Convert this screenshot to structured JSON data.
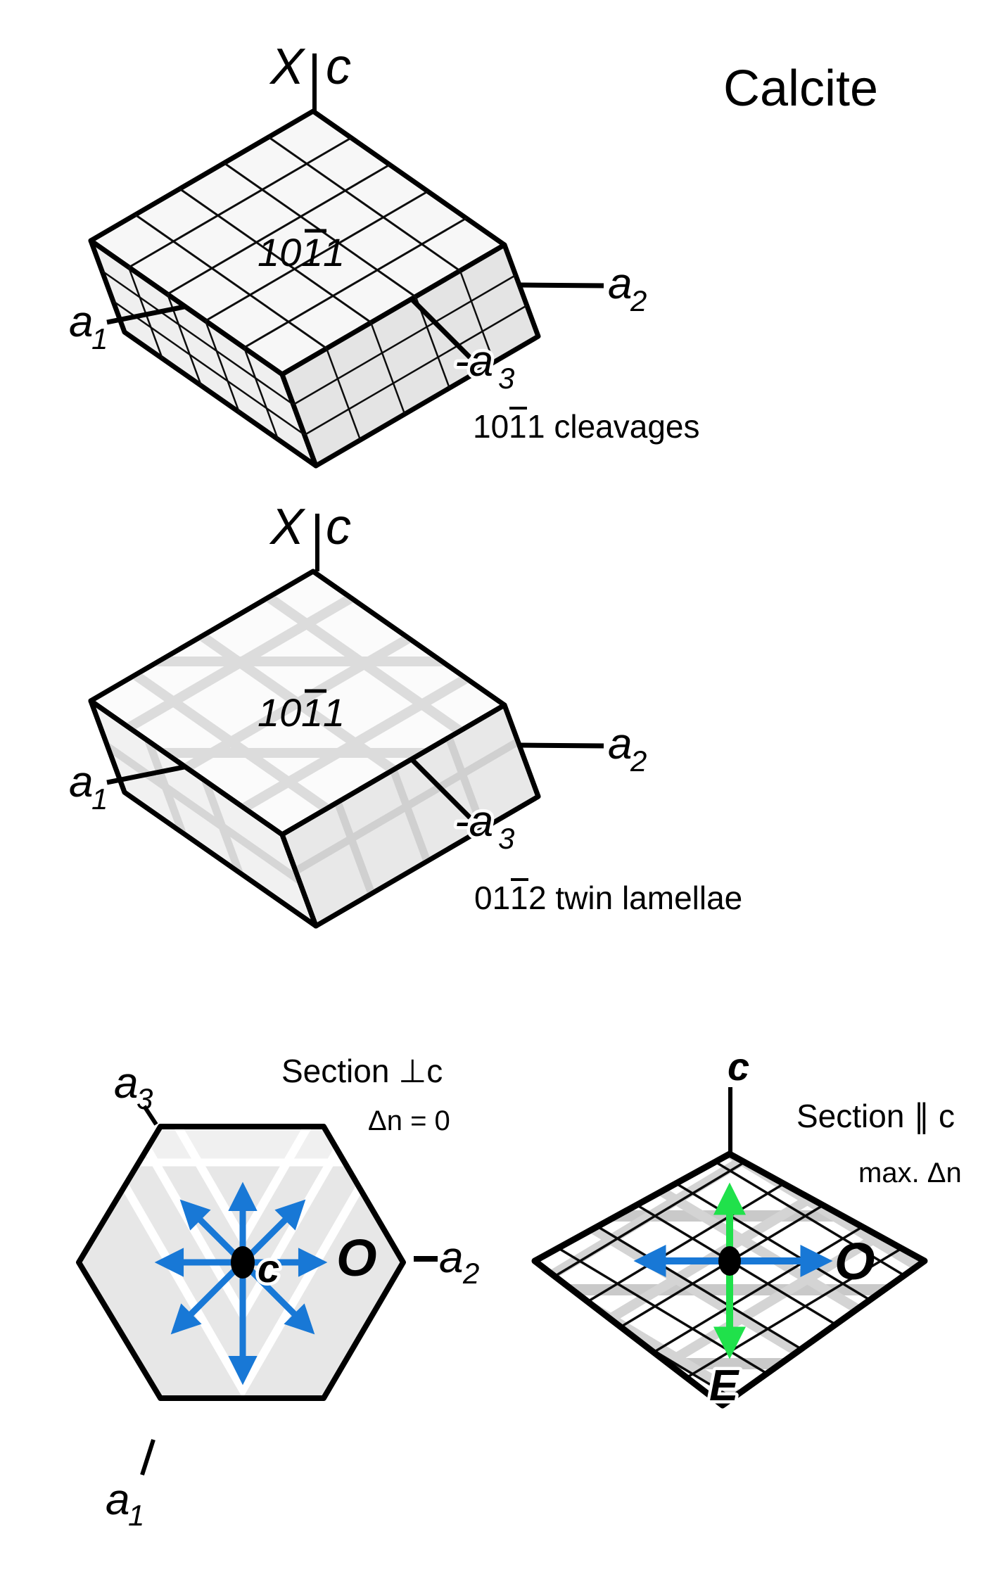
{
  "colors": {
    "green": "#20E14B",
    "blue": "#1878D6",
    "black": "#000000"
  },
  "title": "Calcite",
  "crystal1": {
    "x_axis": "X",
    "c_axis": "c",
    "face": {
      "pre": "10",
      "bar": "1",
      "post": "1"
    },
    "a1": {
      "base": "a",
      "sub": "1"
    },
    "a2": {
      "base": "a",
      "sub": "2"
    },
    "a3": {
      "base": "-a",
      "sub": "3"
    },
    "caption": {
      "pre": "10",
      "bar": "1",
      "post": "1 cleavages"
    }
  },
  "crystal2": {
    "x_axis": "X",
    "c_axis": "c",
    "face": {
      "pre": "10",
      "bar": "1",
      "post": "1"
    },
    "a1": {
      "base": "a",
      "sub": "1"
    },
    "a2": {
      "base": "a",
      "sub": "2"
    },
    "a3": {
      "base": "-a",
      "sub": "3"
    },
    "caption": {
      "pre": "01",
      "bar": "1",
      "post": "2 twin lamellae"
    }
  },
  "section_perp": {
    "title": "Section ⊥c",
    "subtitle": "Δn = 0",
    "a3": {
      "base": "a",
      "sub": "3"
    },
    "a1": {
      "base": "a",
      "sub": "1"
    },
    "a2": {
      "base": "a",
      "sub": "2"
    },
    "c": "c",
    "o": "O"
  },
  "section_par": {
    "title": "Section ∥ c",
    "subtitle": "max. Δn",
    "c": "c",
    "o": "O",
    "e": "E"
  }
}
